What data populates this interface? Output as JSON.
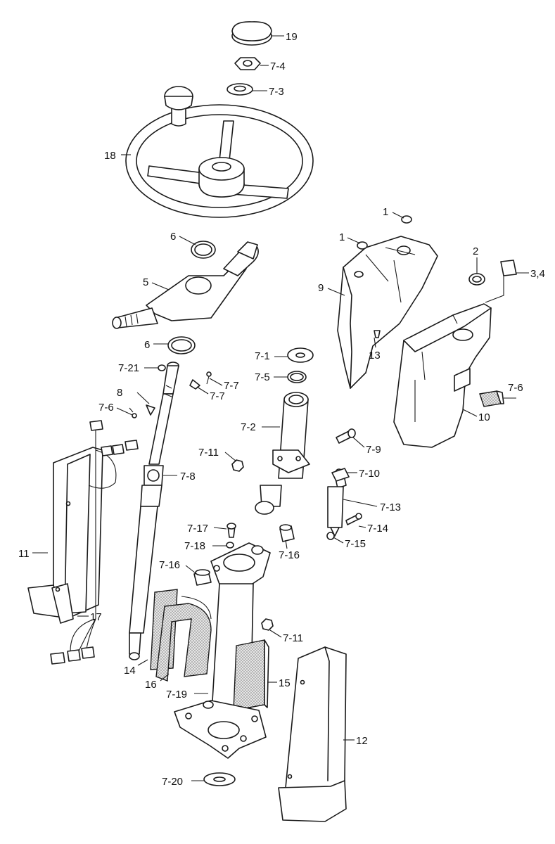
{
  "callouts": [
    {
      "id": "c19",
      "text": "19"
    },
    {
      "id": "c7_4",
      "text": "7-4"
    },
    {
      "id": "c7_3",
      "text": "7-3"
    },
    {
      "id": "c18",
      "text": "18"
    },
    {
      "id": "c1a",
      "text": "1"
    },
    {
      "id": "c1b",
      "text": "1"
    },
    {
      "id": "c2",
      "text": "2"
    },
    {
      "id": "c3_4",
      "text": "3,4"
    },
    {
      "id": "c6a",
      "text": "6"
    },
    {
      "id": "c5",
      "text": "5"
    },
    {
      "id": "c9",
      "text": "9"
    },
    {
      "id": "c6b",
      "text": "6"
    },
    {
      "id": "c13",
      "text": "13"
    },
    {
      "id": "c7_1",
      "text": "7-1"
    },
    {
      "id": "c7_21",
      "text": "7-21"
    },
    {
      "id": "c7_5",
      "text": "7-5"
    },
    {
      "id": "c7_7a",
      "text": "7-7"
    },
    {
      "id": "c7_6a",
      "text": "7-6"
    },
    {
      "id": "c8",
      "text": "8"
    },
    {
      "id": "c7_7b",
      "text": "7-7"
    },
    {
      "id": "c7_6b",
      "text": "7-6"
    },
    {
      "id": "c10",
      "text": "10"
    },
    {
      "id": "c7_2",
      "text": "7-2"
    },
    {
      "id": "c7_9",
      "text": "7-9"
    },
    {
      "id": "c7_11a",
      "text": "7-11"
    },
    {
      "id": "c7_10",
      "text": "7-10"
    },
    {
      "id": "c7_8",
      "text": "7-8"
    },
    {
      "id": "c7_13",
      "text": "7-13"
    },
    {
      "id": "c7_17",
      "text": "7-17"
    },
    {
      "id": "c7_14",
      "text": "7-14"
    },
    {
      "id": "c7_18",
      "text": "7-18"
    },
    {
      "id": "c7_15",
      "text": "7-15"
    },
    {
      "id": "c11",
      "text": "11"
    },
    {
      "id": "c7_16a",
      "text": "7-16"
    },
    {
      "id": "c7_16b",
      "text": "7-16"
    },
    {
      "id": "c17",
      "text": "17"
    },
    {
      "id": "c7_11b",
      "text": "7-11"
    },
    {
      "id": "c14",
      "text": "14"
    },
    {
      "id": "c16",
      "text": "16"
    },
    {
      "id": "c15",
      "text": "15"
    },
    {
      "id": "c7_19",
      "text": "7-19"
    },
    {
      "id": "c12",
      "text": "12"
    },
    {
      "id": "c7_20",
      "text": "7-20"
    }
  ]
}
